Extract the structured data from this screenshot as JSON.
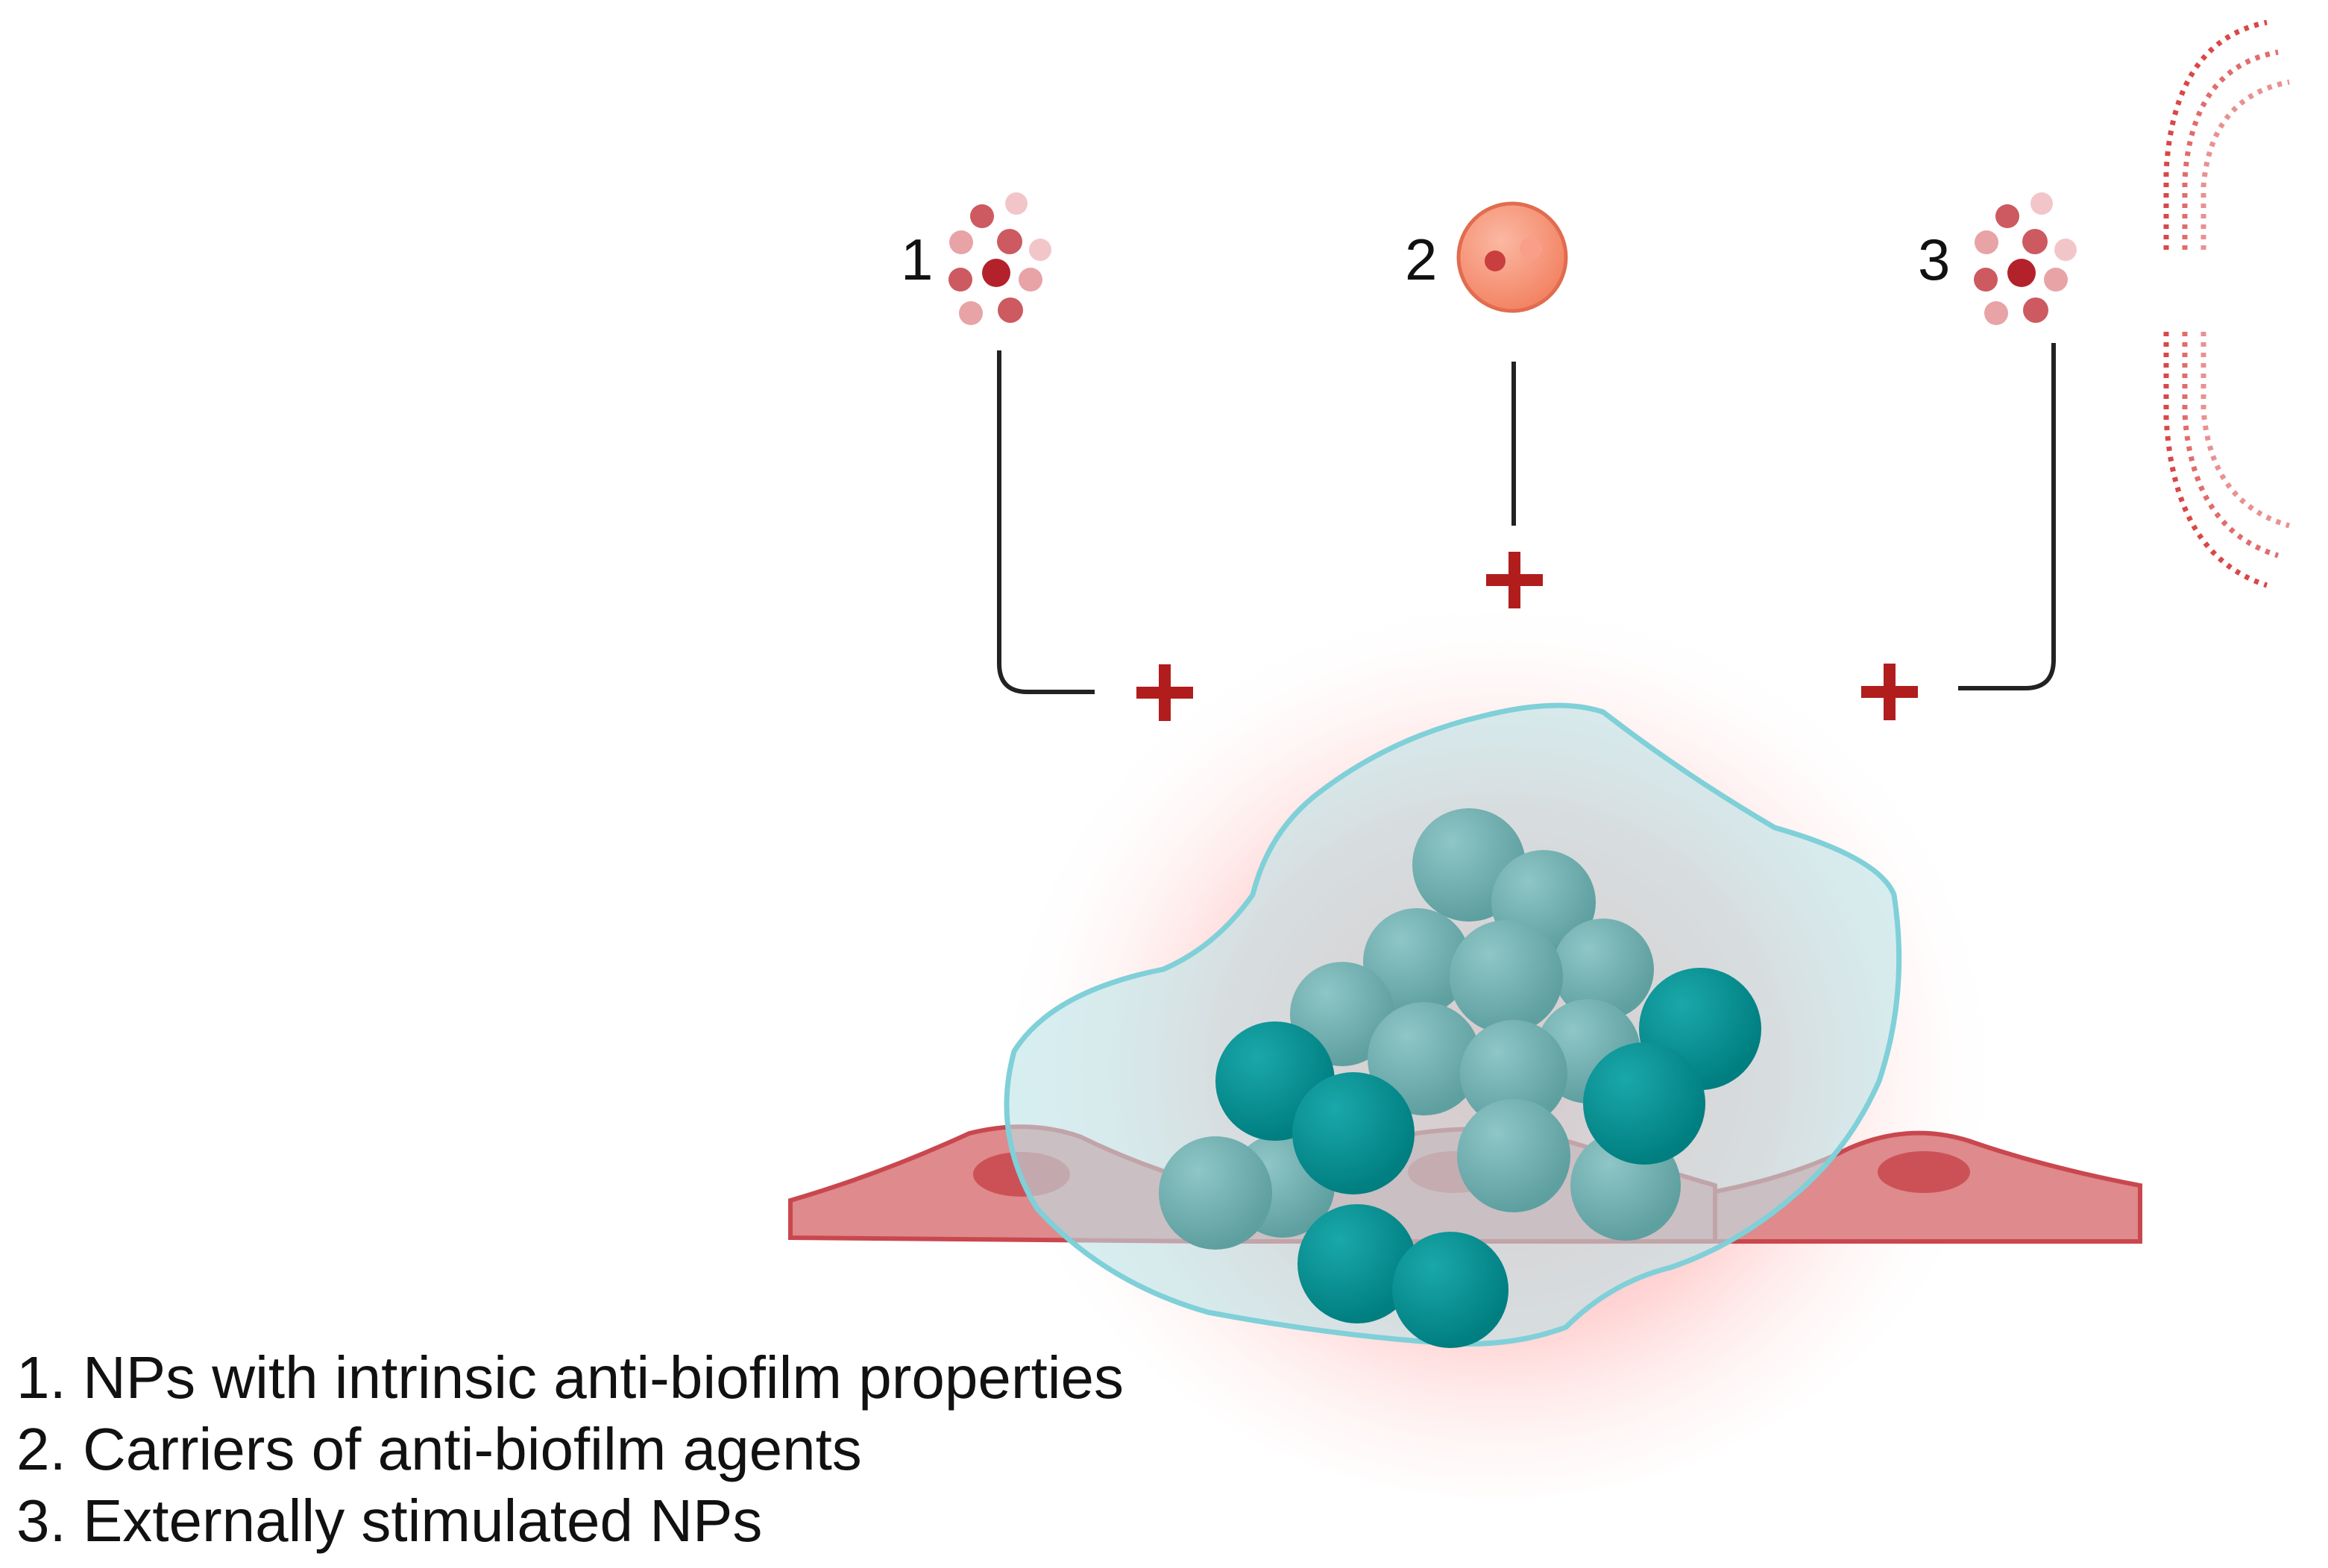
{
  "diagram": {
    "numbers": {
      "one": "1",
      "two": "2",
      "three": "3"
    },
    "plus_sign": "+",
    "legend": [
      "1. NPs with intrinsic anti-biofilm properties",
      "2. Carriers of anti-biofilm agents",
      "3. Externally stimulated NPs"
    ]
  },
  "colors": {
    "teal_bacteria": "#00898c",
    "teal_faded": "#5fa9aa",
    "host_cell_fill": "#df8a8c",
    "host_cell_stroke": "#c9474e",
    "nucleus": "#c9474e",
    "plus_red": "#b11d1d",
    "glow": "#ff9a9a",
    "biofilm_outline": "#7fd0d8",
    "carrier_fill": "#f6957c",
    "signal_red": "#d94747",
    "line": "#222222"
  },
  "icons": {
    "np_cluster_1": "nanoparticle-cluster-icon",
    "carrier": "carrier-particle-icon",
    "np_cluster_3": "stimulated-nanoparticle-icon",
    "stimulus": "external-stimulus-waves-icon"
  }
}
